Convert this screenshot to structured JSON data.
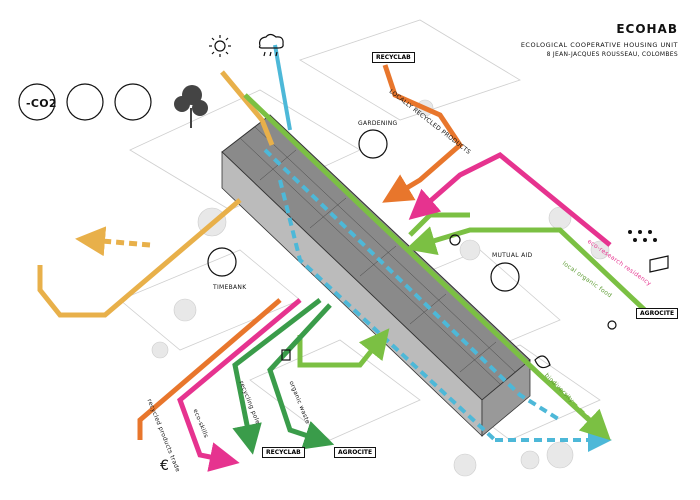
{
  "title": "ECOHAB",
  "subtitle": "ECOLOGICAL COOPERATIVE HOUSING UNIT",
  "address": "8 JEAN-JACQUES ROUSSEAU, COLOMBES",
  "labels": {
    "recyclab": "RECYCLAB",
    "agrocite": "AGROCITE",
    "locally_recycled": "LOCALLY RECYCLED PRODUCTS",
    "gardening": "GARDENING",
    "mutual_aid": "MUTUAL AID",
    "timebank": "TIMEBANK",
    "eco_research": "eco-research residency",
    "local_organic": "local organic food",
    "biodiversity": "biodiversity",
    "recycling_pole": "recycling pole",
    "organic_waste": "organic waste",
    "eco_skills": "eco-skills",
    "recycled_trade": "recycled products trade",
    "co2": "-CO2"
  },
  "colors": {
    "orange": "#e8762c",
    "magenta": "#e6338f",
    "green": "#7bc043",
    "darkgreen": "#3a9c4a",
    "lightgreen": "#5ed15e",
    "cyan": "#4db8d8",
    "yellow": "#e8b04a"
  }
}
